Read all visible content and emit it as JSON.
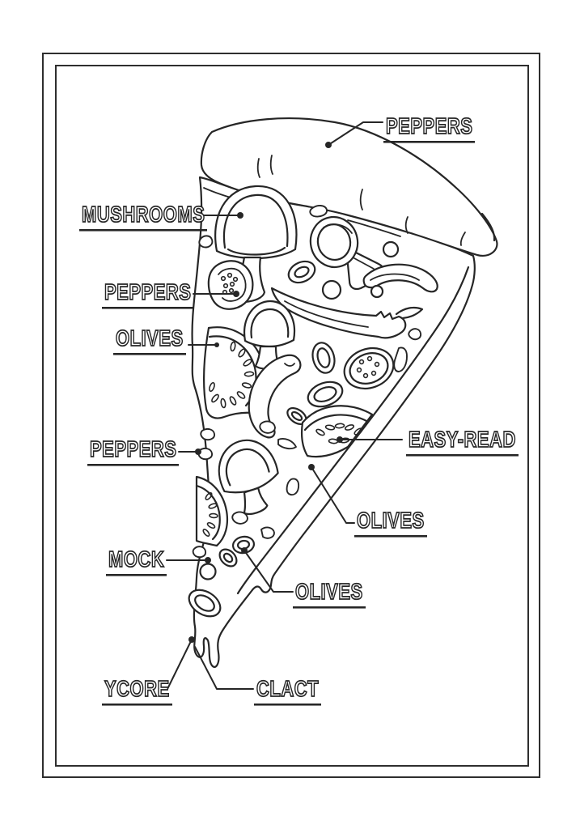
{
  "page": {
    "background": "#ffffff",
    "ink": "#262626"
  },
  "diagram": {
    "subject": "Labeled pizza slice line-art diagram",
    "labels": [
      {
        "id": "peppers-top",
        "text": "PEPPERS"
      },
      {
        "id": "mushrooms",
        "text": "MUSHROOMS"
      },
      {
        "id": "peppers-upper-left",
        "text": "PEPPERS"
      },
      {
        "id": "olives-upper-left",
        "text": "OLIVES"
      },
      {
        "id": "peppers-lower-left",
        "text": "PEPPERS"
      },
      {
        "id": "easy-read",
        "text": "EASY-READ"
      },
      {
        "id": "olives-right",
        "text": "OLIVES"
      },
      {
        "id": "mock",
        "text": "MOCK"
      },
      {
        "id": "olives-bottom",
        "text": "OLIVES"
      },
      {
        "id": "ycore",
        "text": "YCORE"
      },
      {
        "id": "clact",
        "text": "CLACT"
      }
    ]
  }
}
